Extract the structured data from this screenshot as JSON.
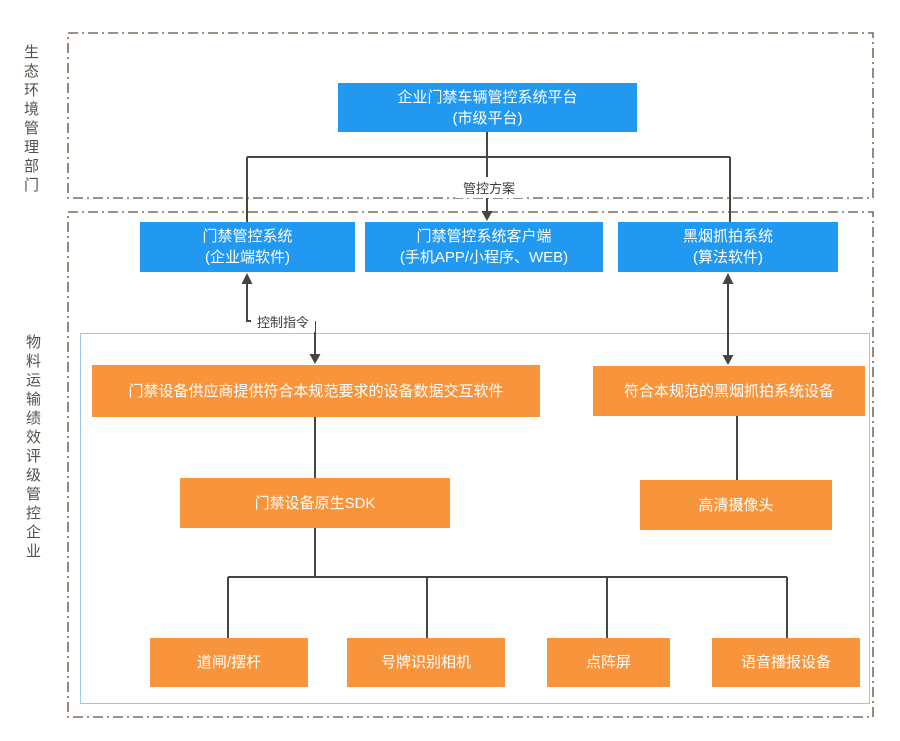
{
  "diagram": {
    "side_labels": {
      "top": "生态环境管理部门",
      "bottom": "物料运输绩效评级管控企业"
    },
    "platform": {
      "line1": "企业门禁车辆管控系统平台",
      "line2": "(市级平台)"
    },
    "edge_labels": {
      "plan": "管控方案",
      "command": "控制指令"
    },
    "systems": [
      {
        "line1": "门禁管控系统",
        "line2": "(企业端软件)"
      },
      {
        "line1": "门禁管控系统客户端",
        "line2": "(手机APP/小程序、WEB)"
      },
      {
        "line1": "黑烟抓拍系统",
        "line2": "(算法软件)"
      }
    ],
    "enterprise_zone": {
      "gate_software": "门禁设备供应商提供符合本规范要求的设备数据交互软件",
      "smoke_device": "符合本规范的黑烟抓拍系统设备",
      "sdk": "门禁设备原生SDK",
      "camera": "高清摄像头",
      "devices": [
        "道闸/摆杆",
        "号牌识别相机",
        "点阵屏",
        "语音播报设备"
      ]
    },
    "colors": {
      "node_blue": "#2299F0",
      "node_orange": "#F8953C",
      "dashed_border": "#7E6C58",
      "zone_border": "#9CC6EA",
      "connector": "#4A443E"
    }
  }
}
